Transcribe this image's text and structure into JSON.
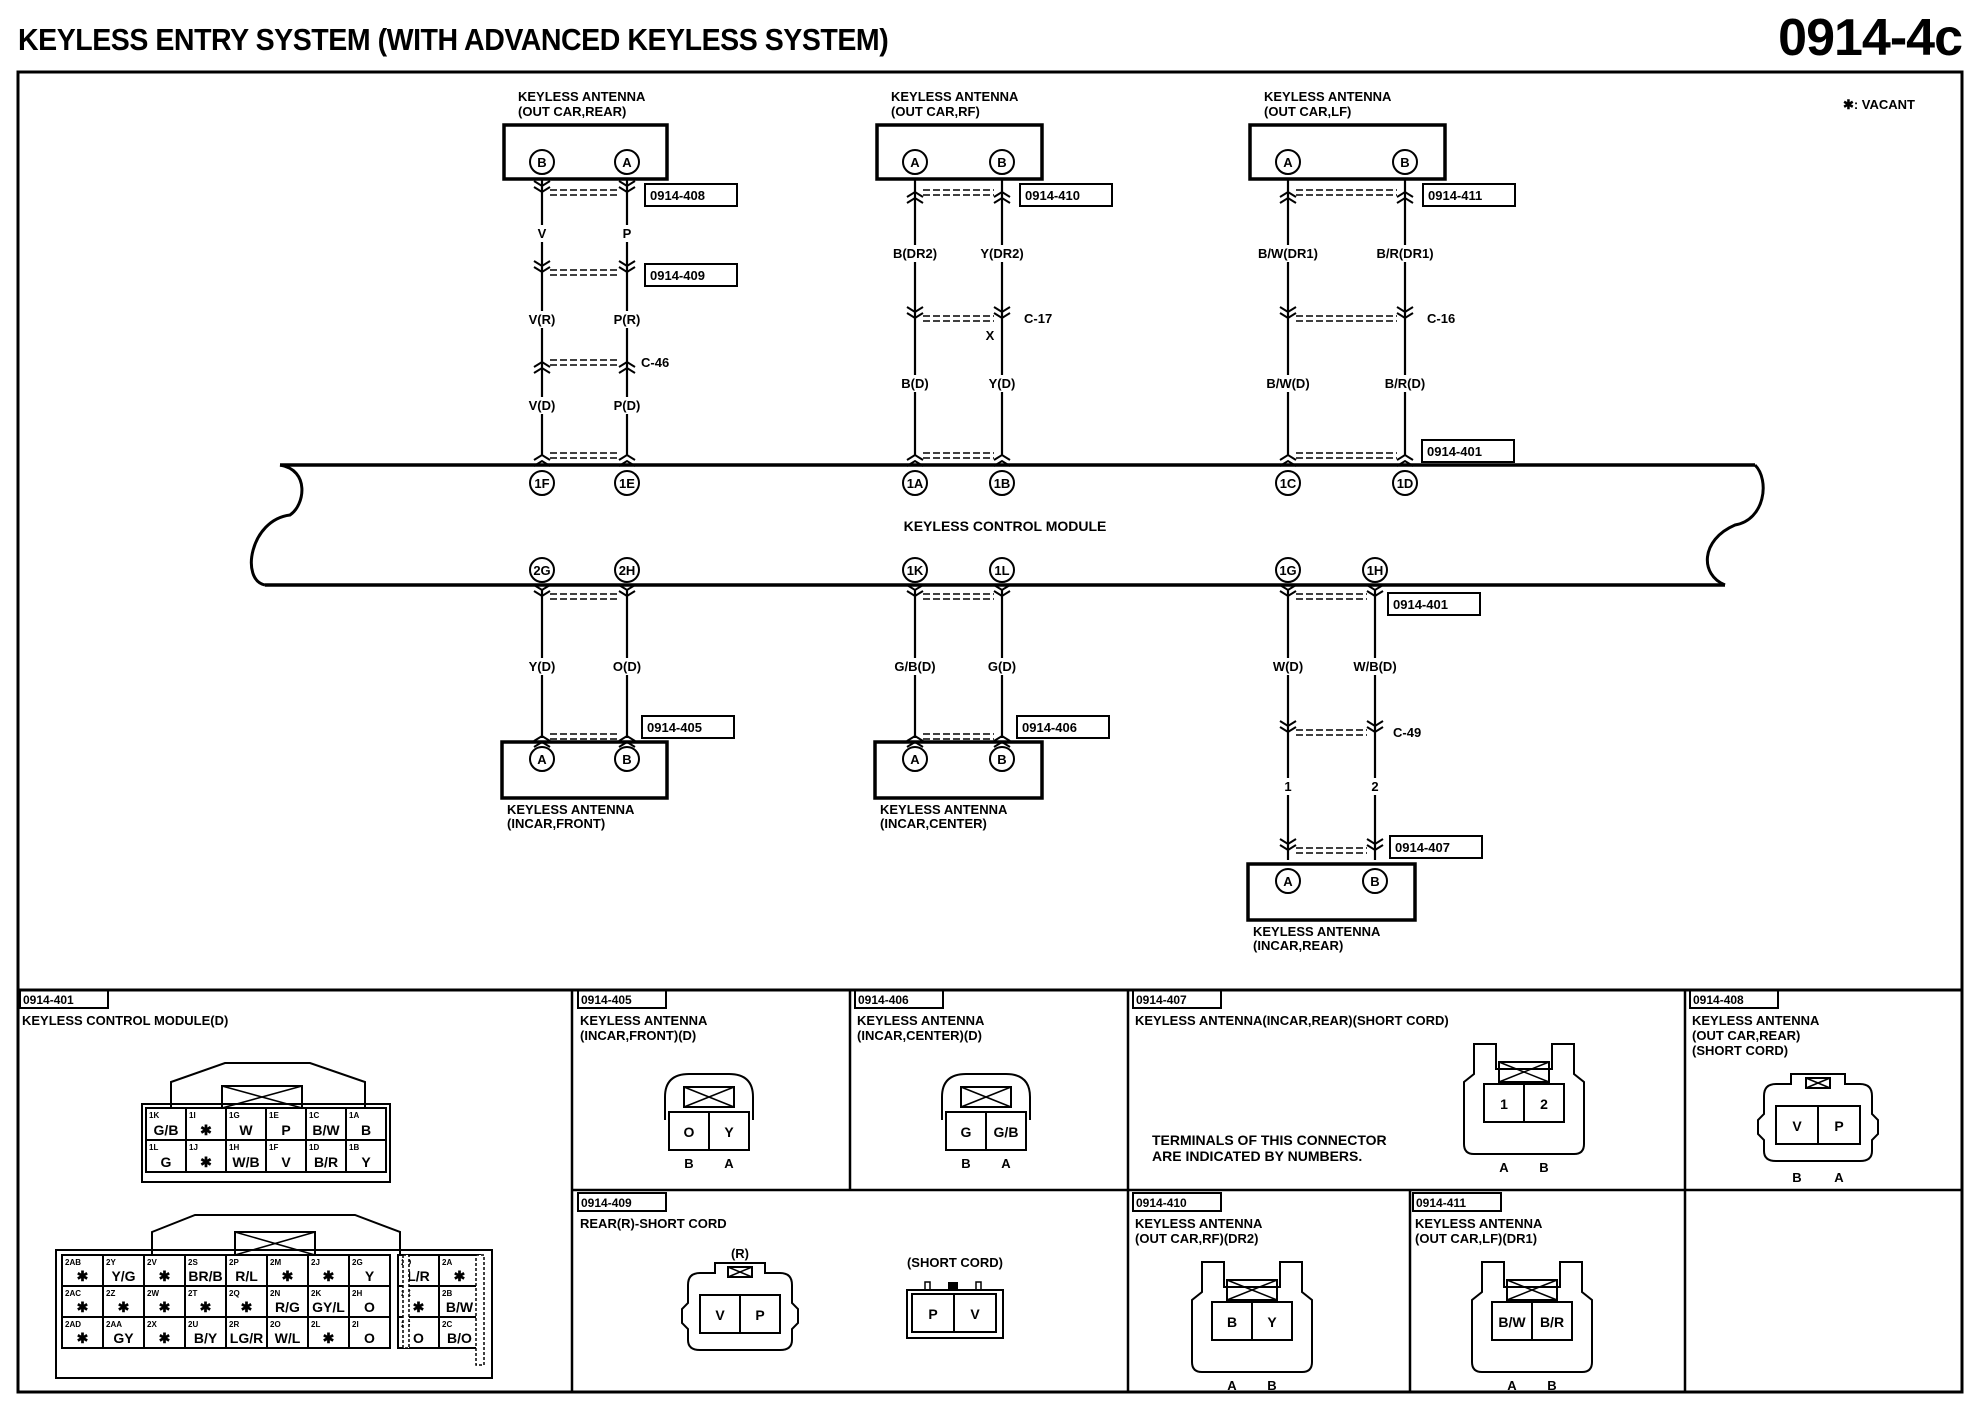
{
  "header": {
    "title": "KEYLESS ENTRY SYSTEM (WITH ADVANCED KEYLESS SYSTEM)",
    "page_code": "0914-4c",
    "legend_vacant": "✱: VACANT"
  },
  "module": {
    "label": "KEYLESS CONTROL MODULE",
    "top_connector_ref": "0914-401",
    "bottom_connector_ref": "0914-401"
  },
  "top_circuits": [
    {
      "name": "KEYLESS ANTENNA",
      "location": "(OUT CAR,REAR)",
      "pins": [
        "B",
        "A"
      ],
      "connector_ref": "0914-408",
      "wires_upper": [
        "V",
        "P"
      ],
      "intermediate_ref": "0914-409",
      "wires_mid": [
        "V(R)",
        "P(R)"
      ],
      "junction": "C-46",
      "junction_mark": "",
      "wires_lower": [
        "V(D)",
        "P(D)"
      ],
      "module_pins": [
        "1F",
        "1E"
      ]
    },
    {
      "name": "KEYLESS ANTENNA",
      "location": "(OUT CAR,RF)",
      "pins": [
        "A",
        "B"
      ],
      "connector_ref": "0914-410",
      "wires_upper": [
        "B(DR2)",
        "Y(DR2)"
      ],
      "intermediate_ref": "",
      "wires_mid": [
        "",
        ""
      ],
      "junction": "C-17",
      "junction_mark": "X",
      "wires_lower": [
        "B(D)",
        "Y(D)"
      ],
      "module_pins": [
        "1A",
        "1B"
      ]
    },
    {
      "name": "KEYLESS ANTENNA",
      "location": "(OUT CAR,LF)",
      "pins": [
        "A",
        "B"
      ],
      "connector_ref": "0914-411",
      "wires_upper": [
        "B/W(DR1)",
        "B/R(DR1)"
      ],
      "intermediate_ref": "",
      "wires_mid": [
        "",
        ""
      ],
      "junction": "C-16",
      "junction_mark": "",
      "wires_lower": [
        "B/W(D)",
        "B/R(D)"
      ],
      "module_pins": [
        "1C",
        "1D"
      ]
    }
  ],
  "bottom_circuits": [
    {
      "name": "KEYLESS ANTENNA",
      "location": "(INCAR,FRONT)",
      "pins": [
        "A",
        "B"
      ],
      "connector_ref": "0914-405",
      "wires": [
        "Y(D)",
        "O(D)"
      ],
      "junction": "",
      "wires_lower": [
        "",
        ""
      ],
      "module_pins": [
        "2G",
        "2H"
      ]
    },
    {
      "name": "KEYLESS ANTENNA",
      "location": "(INCAR,CENTER)",
      "pins": [
        "A",
        "B"
      ],
      "connector_ref": "0914-406",
      "wires": [
        "G/B(D)",
        "G(D)"
      ],
      "junction": "",
      "wires_lower": [
        "",
        ""
      ],
      "module_pins": [
        "1K",
        "1L"
      ]
    },
    {
      "name": "KEYLESS ANTENNA",
      "location": "(INCAR,REAR)",
      "pins": [
        "A",
        "B"
      ],
      "connector_ref": "0914-407",
      "wires": [
        "W(D)",
        "W/B(D)"
      ],
      "junction": "C-49",
      "wires_lower": [
        "1",
        "2"
      ],
      "module_pins": [
        "1G",
        "1H"
      ]
    }
  ],
  "connector_views": {
    "c401": {
      "ref": "0914-401",
      "title": "KEYLESS CONTROL MODULE(D)",
      "connector1": [
        [
          {
            "pin": "1K",
            "wire": "G/B"
          },
          {
            "pin": "1I",
            "wire": "✱"
          },
          {
            "pin": "1G",
            "wire": "W"
          },
          {
            "pin": "1E",
            "wire": "P"
          },
          {
            "pin": "1C",
            "wire": "B/W"
          },
          {
            "pin": "1A",
            "wire": "B"
          }
        ],
        [
          {
            "pin": "1L",
            "wire": "G"
          },
          {
            "pin": "1J",
            "wire": "✱"
          },
          {
            "pin": "1H",
            "wire": "W/B"
          },
          {
            "pin": "1F",
            "wire": "V"
          },
          {
            "pin": "1D",
            "wire": "B/R"
          },
          {
            "pin": "1B",
            "wire": "Y"
          }
        ]
      ],
      "connector2": [
        [
          {
            "pin": "2AB",
            "wire": "✱"
          },
          {
            "pin": "2Y",
            "wire": "Y/G"
          },
          {
            "pin": "2V",
            "wire": "✱"
          },
          {
            "pin": "2S",
            "wire": "BR/B"
          },
          {
            "pin": "2P",
            "wire": "R/L"
          },
          {
            "pin": "2M",
            "wire": "✱"
          },
          {
            "pin": "2J",
            "wire": "✱"
          },
          {
            "pin": "2G",
            "wire": "Y"
          },
          {
            "pin": "2D",
            "wire": "L/R"
          },
          {
            "pin": "2A",
            "wire": "✱"
          }
        ],
        [
          {
            "pin": "2AC",
            "wire": "✱"
          },
          {
            "pin": "2Z",
            "wire": "✱"
          },
          {
            "pin": "2W",
            "wire": "✱"
          },
          {
            "pin": "2T",
            "wire": "✱"
          },
          {
            "pin": "2Q",
            "wire": "✱"
          },
          {
            "pin": "2N",
            "wire": "R/G"
          },
          {
            "pin": "2K",
            "wire": "GY/L"
          },
          {
            "pin": "2H",
            "wire": "O"
          },
          {
            "pin": "2E",
            "wire": "✱"
          },
          {
            "pin": "2B",
            "wire": "B/W"
          }
        ],
        [
          {
            "pin": "2AD",
            "wire": "✱"
          },
          {
            "pin": "2AA",
            "wire": "GY"
          },
          {
            "pin": "2X",
            "wire": "✱"
          },
          {
            "pin": "2U",
            "wire": "B/Y"
          },
          {
            "pin": "2R",
            "wire": "LG/R"
          },
          {
            "pin": "2O",
            "wire": "W/L"
          },
          {
            "pin": "2L",
            "wire": "✱"
          },
          {
            "pin": "2I",
            "wire": "O"
          },
          {
            "pin": "2F",
            "wire": "O"
          },
          {
            "pin": "2C",
            "wire": "B/O"
          }
        ]
      ]
    },
    "c405": {
      "ref": "0914-405",
      "title1": "KEYLESS ANTENNA",
      "title2": "(INCAR,FRONT)(D)",
      "cells": [
        "O",
        "Y"
      ],
      "pins": [
        "B",
        "A"
      ]
    },
    "c406": {
      "ref": "0914-406",
      "title1": "KEYLESS ANTENNA",
      "title2": "(INCAR,CENTER)(D)",
      "cells": [
        "G",
        "G/B"
      ],
      "pins": [
        "B",
        "A"
      ]
    },
    "c407": {
      "ref": "0914-407",
      "title1": "KEYLESS ANTENNA(INCAR,REAR)(SHORT CORD)",
      "note1": "TERMINALS OF THIS CONNECTOR",
      "note2": "ARE INDICATED BY NUMBERS.",
      "cells": [
        "1",
        "2"
      ],
      "pins": [
        "A",
        "B"
      ]
    },
    "c408": {
      "ref": "0914-408",
      "title1": "KEYLESS ANTENNA",
      "title2": "(OUT CAR,REAR)",
      "title3": "(SHORT CORD)",
      "cells": [
        "V",
        "P"
      ],
      "pins": [
        "B",
        "A"
      ]
    },
    "c409": {
      "ref": "0914-409",
      "title1": "REAR(R)-SHORT CORD",
      "label_r": "(R)",
      "label_short": "(SHORT CORD)",
      "cells_r": [
        "V",
        "P"
      ],
      "cells_short": [
        "P",
        "V"
      ]
    },
    "c410": {
      "ref": "0914-410",
      "title1": "KEYLESS ANTENNA",
      "title2": "(OUT CAR,RF)(DR2)",
      "cells": [
        "B",
        "Y"
      ],
      "pins": [
        "A",
        "B"
      ]
    },
    "c411": {
      "ref": "0914-411",
      "title1": "KEYLESS ANTENNA",
      "title2": "(OUT CAR,LF)(DR1)",
      "cells": [
        "B/W",
        "B/R"
      ],
      "pins": [
        "A",
        "B"
      ]
    }
  }
}
